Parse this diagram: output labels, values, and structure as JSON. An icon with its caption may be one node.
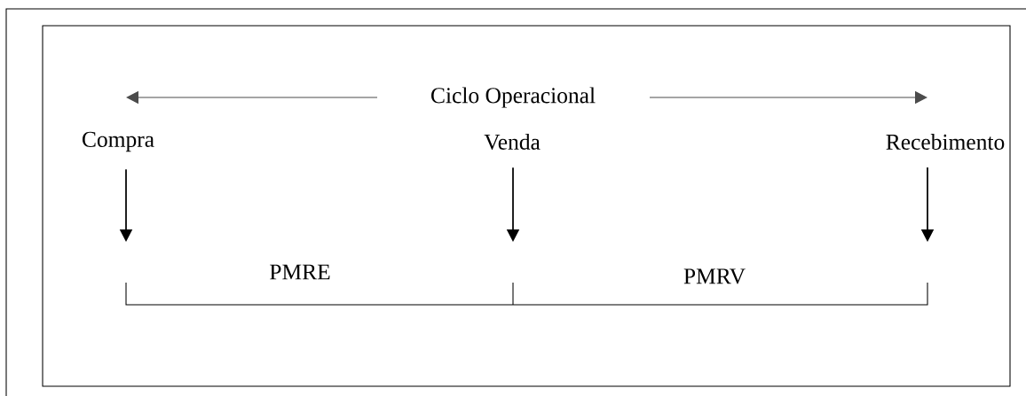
{
  "diagram": {
    "nodes": [
      {
        "text": [
          "Compra"
        ]
      },
      {
        "text": [
          "Venda"
        ]
      },
      {
        "text": [
          "Recebimento"
        ]
      }
    ],
    "edges": [
      {
        "from": 0,
        "to": null,
        "arrow": "to"
      },
      {
        "from": 1,
        "to": null,
        "arrow": "to"
      },
      {
        "from": 2,
        "to": null,
        "arrow": "to"
      }
    ],
    "labels": [
      "Ciclo Operacional",
      "PMRE",
      "PMRV"
    ]
  }
}
